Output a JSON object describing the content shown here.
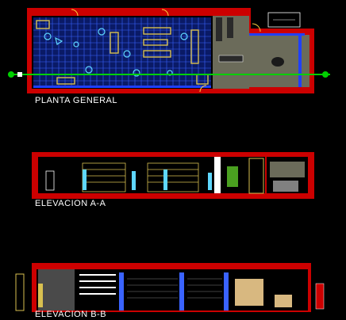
{
  "views": {
    "plan": {
      "title": "PLANTA GENERAL"
    },
    "elevation_a": {
      "title": "ELEVACION A-A"
    },
    "elevation_b": {
      "title": "ELEVACION B-B"
    }
  },
  "colors": {
    "background": "#000000",
    "wall": "#cc0000",
    "grid": "#3a63ff",
    "floor": "#6b6b5a",
    "cyan": "#5fd7ff",
    "yellow": "#d8c050",
    "green": "#00d000",
    "white": "#ffffff",
    "gray": "#808080"
  }
}
